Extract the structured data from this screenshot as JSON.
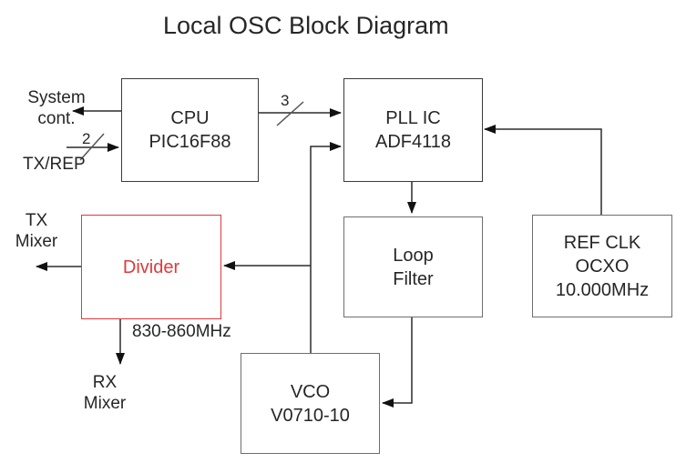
{
  "title": "Local OSC Block Diagram",
  "colors": {
    "accent_red": "#e0393e",
    "box_border_dark": "#3b3b3b",
    "box_border_gray": "#6e6e6e",
    "line": "#2b2b2b",
    "text": "#262626",
    "background": "#ffffff"
  },
  "nodes": {
    "cpu": {
      "lines": [
        "CPU",
        "PIC16F88"
      ]
    },
    "pll": {
      "lines": [
        "PLL IC",
        "ADF4118"
      ]
    },
    "loop_filter": {
      "lines": [
        "Loop",
        "Filter"
      ]
    },
    "ref_clk": {
      "lines": [
        "REF CLK",
        "OCXO",
        "10.000MHz"
      ]
    },
    "vco": {
      "lines": [
        "VCO",
        "V0710-10"
      ]
    },
    "divider": {
      "lines": [
        "Divider"
      ]
    }
  },
  "labels": {
    "system_cont": [
      "System",
      "cont."
    ],
    "tx_rep": "TX/REP",
    "bus_width_2": "2",
    "bus_width_3": "3",
    "tx_mixer": [
      "TX",
      "Mixer"
    ],
    "rx_mixer": [
      "RX",
      "Mixer"
    ],
    "freq_range": "830-860MHz"
  },
  "connections": [
    {
      "from": "cpu",
      "to": "system-cont",
      "label": ""
    },
    {
      "from": "tx-rep",
      "to": "cpu",
      "label": "2"
    },
    {
      "from": "cpu",
      "to": "pll-ic",
      "label": "3"
    },
    {
      "from": "ref-clk",
      "to": "pll-ic",
      "label": ""
    },
    {
      "from": "pll-ic",
      "to": "loop-filter",
      "label": ""
    },
    {
      "from": "loop-filter",
      "to": "vco",
      "label": ""
    },
    {
      "from": "vco",
      "to": "pll-ic",
      "label": ""
    },
    {
      "from": "vco",
      "to": "divider",
      "label": ""
    },
    {
      "from": "divider",
      "to": "tx-mixer",
      "label": ""
    },
    {
      "from": "divider",
      "to": "rx-mixer",
      "label": "830-860MHz"
    }
  ]
}
